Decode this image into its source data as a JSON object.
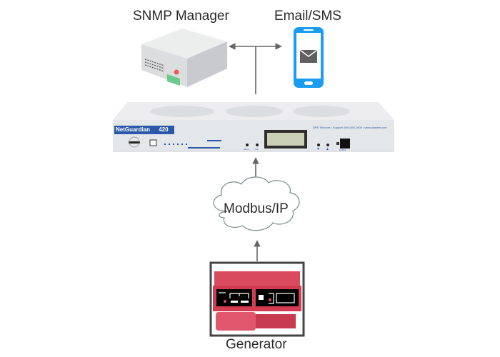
{
  "labels": {
    "snmp_manager": "SNMP Manager",
    "email_sms": "Email/SMS",
    "network": "Modbus/IP",
    "generator": "Generator"
  },
  "device": {
    "brand_label": "NetGuardian",
    "model": "420",
    "vendor_text": "DPS Telecom • Support: 559-454-1600 • www.dpstele.com",
    "button_labels": [
      "Menu",
      "Sel"
    ],
    "nav_arrows": [
      "▼",
      "▲"
    ],
    "port_label": "D-Wire"
  },
  "colors": {
    "connector": "#666666",
    "phone_blue": "#1a9cf0",
    "envelope": "#606060",
    "generator_red": "#d94a5e",
    "device_blue": "#2b57a8",
    "chassis": "#e4e7ea"
  },
  "icons": {
    "server": "server-icon",
    "phone": "smartphone-icon",
    "envelope": "envelope-icon",
    "cloud": "cloud-icon",
    "generator": "generator-icon"
  }
}
